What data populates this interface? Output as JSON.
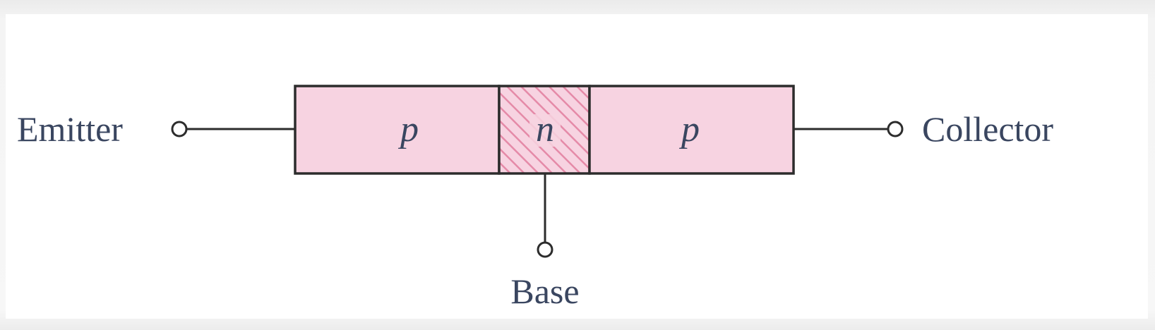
{
  "diagram": {
    "terminals": {
      "emitter": "Emitter",
      "base": "Base",
      "collector": "Collector"
    },
    "regions": [
      {
        "id": "emitter-region",
        "label": "p",
        "fill": "#f7d3e1"
      },
      {
        "id": "base-region",
        "label": "n",
        "fill": "#f7d3e1",
        "hatch": "#e58aa8"
      },
      {
        "id": "collector-region",
        "label": "p",
        "fill": "#f7d3e1"
      }
    ]
  }
}
